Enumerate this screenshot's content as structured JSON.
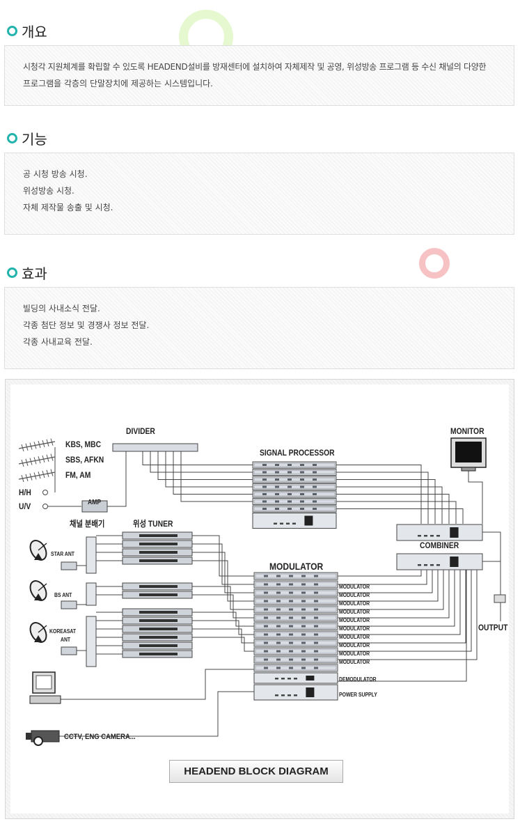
{
  "sections": {
    "overview": {
      "title": "개요",
      "lines": [
        "시청각 지원체계를 확립할 수 있도록 HEADEND설비를 방재센터에 설치하여 자체제작 및 공영, 위성방송 프로그램 등 수신 채널의 다양한",
        "프로그램을 각층의 단말장치에 제공하는 시스템입니다."
      ]
    },
    "functions": {
      "title": "기능",
      "lines": [
        "공 시청 방송 시청.",
        "위성방송 시청.",
        "자체 제작물 송출 및 시청."
      ]
    },
    "effects": {
      "title": "효과",
      "lines": [
        "빌딩의 사내소식 전달.",
        "각종 첨단 정보 및 경쟁사 정보 전달.",
        "각종 사내교육 전달."
      ]
    }
  },
  "diagram": {
    "caption": "HEADEND BLOCK DIAGRAM",
    "labels": {
      "divider": "DIVIDER",
      "signal_processor": "SIGNAL PROCESSOR",
      "monitor": "MONITOR",
      "combiner": "COMBINER",
      "modulator": "MODULATOR",
      "output": "OUTPUT",
      "kbs_mbc": "KBS, MBC",
      "sbs_afkn": "SBS, AFKN",
      "fm_am": "FM, AM",
      "hh": "H/H",
      "uv": "U/V",
      "amp": "AMP",
      "channel_splitter": "채널 분배기",
      "sat_tuner": "위성 TUNER",
      "star_ant": "STAR ANT",
      "bs_ant": "BS ANT",
      "koreasat_ant_1": "KOREASAT",
      "koreasat_ant_2": "ANT",
      "cctv": "CCTV, ENG CAMERA...",
      "demodulator": "DEMODULATOR",
      "power_supply": "POWER SUPPLY"
    },
    "modulator_rows": [
      "MODULATOR",
      "MODULATOR",
      "MODULATOR",
      "MODULATOR",
      "MODULATOR",
      "MODULATOR",
      "MODULATOR",
      "MODULATOR",
      "MODULATOR",
      "MODULATOR"
    ]
  }
}
